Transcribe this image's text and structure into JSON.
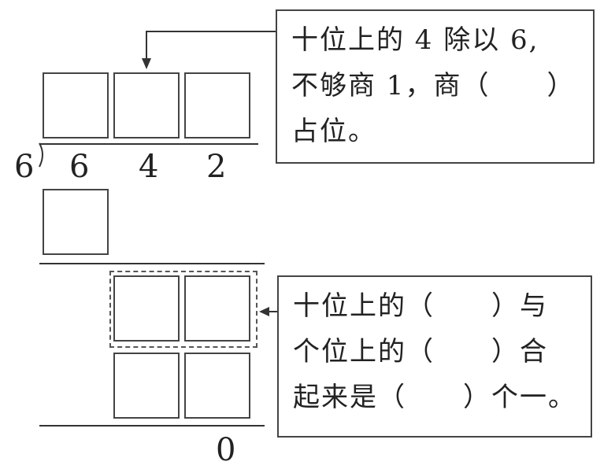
{
  "division": {
    "divisor": "6",
    "dividend_digits": [
      "6",
      "4",
      "2"
    ],
    "remainder": "0"
  },
  "callout_top": {
    "lines": [
      "十位上的 4 除以 6,",
      "不够商 1，商（　　）",
      "占位。"
    ]
  },
  "callout_bottom": {
    "lines": [
      "十位上的（　　）与",
      "个位上的（　　）合",
      "起来是（　　）个一。"
    ]
  }
}
